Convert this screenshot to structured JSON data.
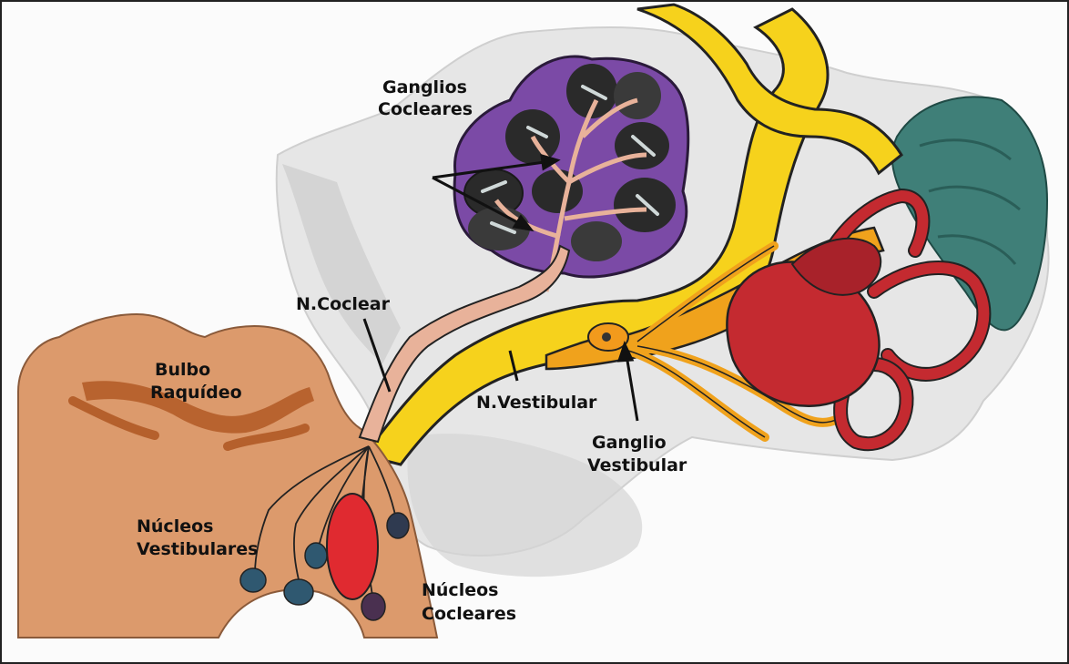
{
  "labels": {
    "ganglios_cocleares": [
      "Ganglios",
      "Cocleares"
    ],
    "n_coclear": "N.Coclear",
    "bulbo_raquideo": [
      "Bulbo",
      "Raquídeo"
    ],
    "n_vestibular": "N.Vestibular",
    "ganglio_vestibular": [
      "Ganglio",
      "Vestibular"
    ],
    "nucleos_vestibulares": [
      "Núcleos",
      "Vestibulares"
    ],
    "nucleos_cocleares": [
      "Núcleos",
      "Cocleares"
    ]
  },
  "colors": {
    "brainstem": "#dc9a6c",
    "brainstem_bands": "#b5602c",
    "cochlea": "#7b4aa6",
    "cochlear_nerve": "#e8b29a",
    "vestibular_nerve": "#f6d21c",
    "vestibular_branches": "#f0a21c",
    "semicircular_canals": "#c42a30",
    "vestibular_nuclei": "#2f5870",
    "cochlear_nucleus": "#e02a30",
    "cochlear_nuclei_small": "#4a3050",
    "bone": "#e4e4e4",
    "skin_tissue": "#3f7f78"
  }
}
